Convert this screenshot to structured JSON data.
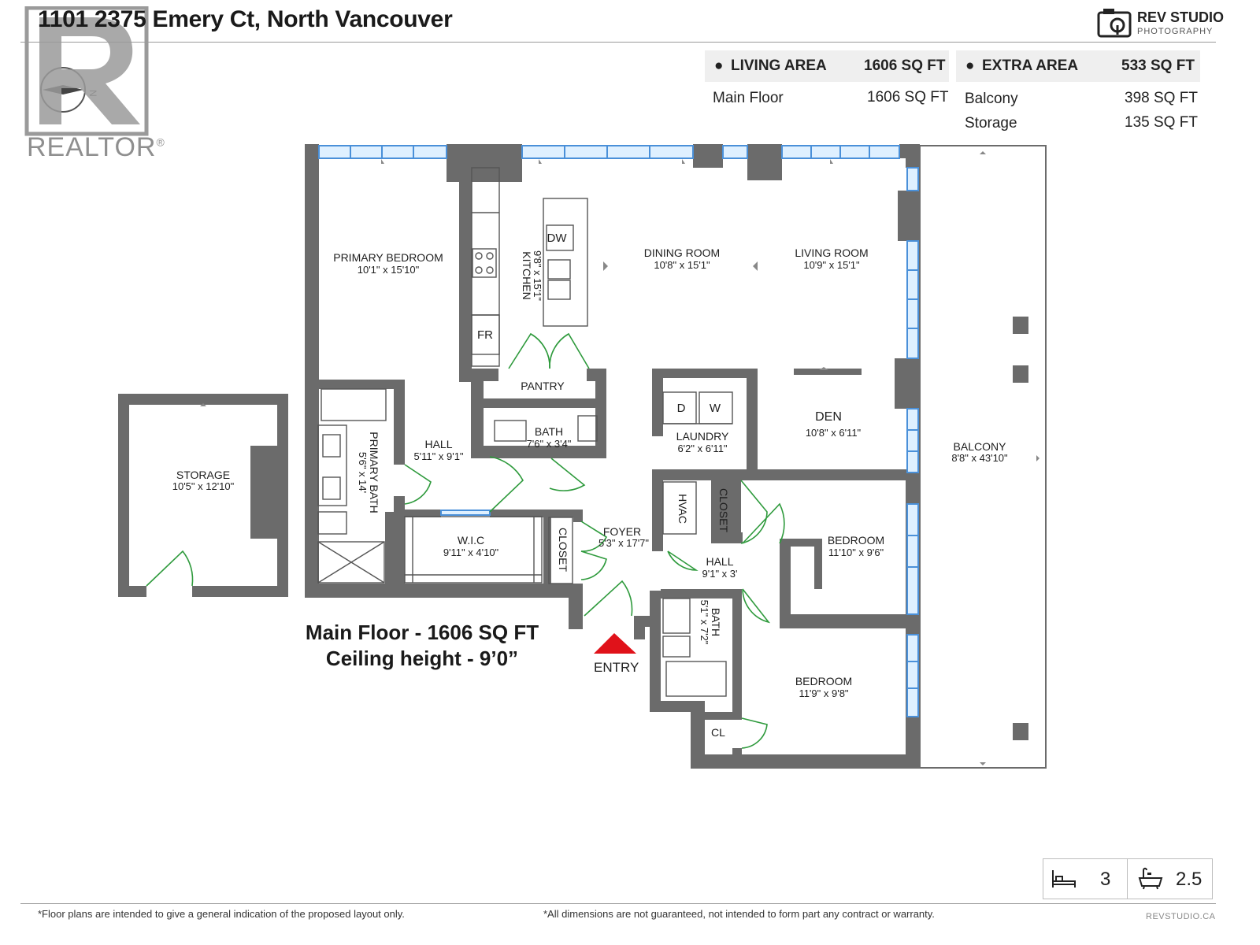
{
  "header": {
    "title": "1101 2375 Emery Ct, North Vancouver",
    "brand_name": "REV STUDIO",
    "brand_sub": "PHOTOGRAPHY",
    "realtor_word": "REALTOR",
    "registered": "®",
    "compass_mark": "N"
  },
  "areas": {
    "living": {
      "label": "LIVING AREA",
      "total": "1606 SQ FT",
      "rows": [
        {
          "name": "Main Floor",
          "value": "1606 SQ FT"
        }
      ]
    },
    "extra": {
      "label": "EXTRA AREA",
      "total": "533 SQ FT",
      "rows": [
        {
          "name": "Balcony",
          "value": "398 SQ FT"
        },
        {
          "name": "Storage",
          "value": "135 SQ FT"
        }
      ]
    }
  },
  "rooms": [
    {
      "name": "PRIMARY BEDROOM",
      "dims": "10'1\" x 15'10\""
    },
    {
      "name": "KITCHEN",
      "dims": "9'8\" x 15'1\""
    },
    {
      "name": "DINING ROOM",
      "dims": "10'8\" x 15'1\""
    },
    {
      "name": "LIVING ROOM",
      "dims": "10'9\" x 15'1\""
    },
    {
      "name": "PANTRY",
      "dims": ""
    },
    {
      "name": "BATH",
      "dims": "7'6\" x 3'4\""
    },
    {
      "name": "HALL",
      "dims": "5'11\" x 9'1\""
    },
    {
      "name": "PRIMARY BATH",
      "dims": "5'6\" x 14'"
    },
    {
      "name": "W.I.C",
      "dims": "9'11\" x 4'10\""
    },
    {
      "name": "CLOSET",
      "dims": ""
    },
    {
      "name": "FOYER",
      "dims": "5'3\" x 17'7\""
    },
    {
      "name": "LAUNDRY",
      "dims": "6'2\" x 6'11\""
    },
    {
      "name": "DEN",
      "dims": "10'8\" x 6'11\""
    },
    {
      "name": "HVAC",
      "dims": ""
    },
    {
      "name": "CLOSET",
      "dims": ""
    },
    {
      "name": "HALL",
      "dims": "9'1\" x 3'"
    },
    {
      "name": "BEDROOM",
      "dims": "11'10\" x 9'6\""
    },
    {
      "name": "BATH",
      "dims": "5'1\" x 7'2\""
    },
    {
      "name": "BEDROOM",
      "dims": "11'9\" x 9'8\""
    },
    {
      "name": "CL",
      "dims": ""
    },
    {
      "name": "BALCONY",
      "dims": "8'8\" x 43'10\""
    },
    {
      "name": "STORAGE",
      "dims": "10'5\" x 12'10\""
    }
  ],
  "fixtures": {
    "dw": "DW",
    "fr": "FR",
    "d": "D",
    "w": "W"
  },
  "floor_info": {
    "line1": "Main Floor - 1606 SQ FT",
    "line2": "Ceiling height - 9’0”"
  },
  "entry_label": "ENTRY",
  "counts": {
    "beds": "3",
    "baths": "2.5",
    "bed_icon": "bed-icon",
    "bath_icon": "bathtub-icon"
  },
  "footer": {
    "left": "*Floor plans are intended to give a general indication of the proposed layout only.",
    "center": "*All dimensions are not guaranteed, not intended to form part any contract or warranty.",
    "url": "REVSTUDIO.CA"
  },
  "colors": {
    "wall": "#6b6b6b",
    "window": "#4a90d9",
    "door_swing": "#2e9a3c",
    "entry_arrow": "#e0121a",
    "panel_bg": "#efefef"
  }
}
